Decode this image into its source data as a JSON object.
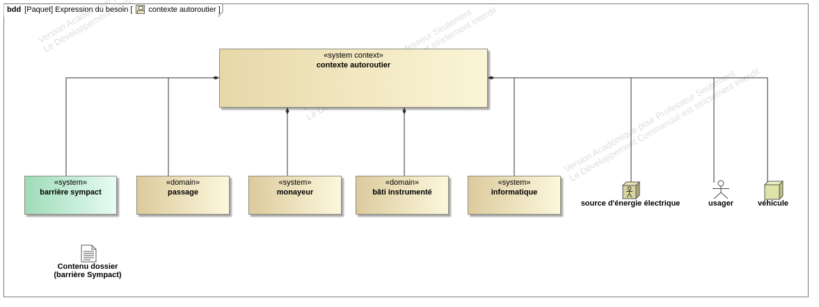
{
  "frame": {
    "kind": "bdd",
    "element_type": "[Paquet]",
    "package": "Expression du besoin",
    "open_bracket": "[",
    "diagram_name": "contexte autoroutier",
    "close_bracket": "]"
  },
  "watermark": {
    "line1": "Version Académique pour Professeur Seulement",
    "line2": "Le Développement Commercial est strictement interdit"
  },
  "context_block": {
    "stereotype": "«system context»",
    "name": "contexte autoroutier"
  },
  "blocks": [
    {
      "stereotype": "«system»",
      "name": "barrière sympact"
    },
    {
      "stereotype": "«domain»",
      "name": "passage"
    },
    {
      "stereotype": "«system»",
      "name": "monayeur"
    },
    {
      "stereotype": "«domain»",
      "name": "bâti instrumenté"
    },
    {
      "stereotype": "«system»",
      "name": "informatique"
    }
  ],
  "actors": [
    {
      "name": "source d'énergie électrique",
      "icon": "actor-box-icon"
    },
    {
      "name": "usager",
      "icon": "stick-figure-icon"
    },
    {
      "name": "véhicule",
      "icon": "cube-icon"
    }
  ],
  "document": {
    "line1": "Contenu dossier",
    "line2": "(barrière Sympact)",
    "icon": "document-icon"
  },
  "colors": {
    "context": "#f5ecc6",
    "domain": "#f1e6c0",
    "green_system": "#c4ecd8",
    "border": "#8c8c7c"
  }
}
